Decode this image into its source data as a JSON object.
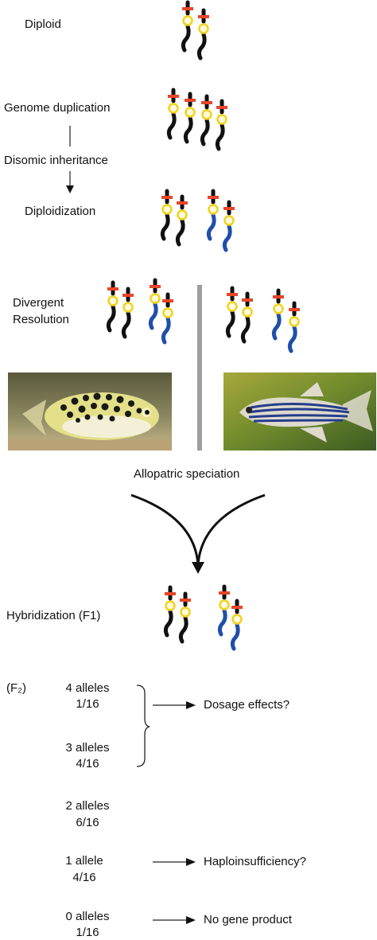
{
  "labels": {
    "diploid": "Diploid",
    "genome_duplication": "Genome duplication",
    "disomic_inheritance": "Disomic inheritance",
    "diploidization": "Diploidization",
    "divergent_resolution_1": "Divergent",
    "divergent_resolution_2": "Resolution",
    "allopatric_speciation": "Allopatric speciation",
    "hybridization": "Hybridization (F1)",
    "f2": "(F₂)"
  },
  "f2_classes": [
    {
      "alleles": "4 alleles",
      "frequency": "1/16"
    },
    {
      "alleles": "3 alleles",
      "frequency": "4/16"
    },
    {
      "alleles": "2 alleles",
      "frequency": "6/16"
    },
    {
      "alleles": "1 allele",
      "frequency": "4/16"
    },
    {
      "alleles": "0 alleles",
      "frequency": "1/16"
    }
  ],
  "outcomes": {
    "dosage": "Dosage effects?",
    "haplo": "Haploinsufficiency?",
    "none": "No gene product"
  },
  "photos": {
    "left": "spotted-pufferfish-photo",
    "right": "striped-zebrafish-photo"
  },
  "colors": {
    "chromosome_black": "#111111",
    "chromosome_blue": "#1f4fa8",
    "gene_locus_red": "#e8452a",
    "centromere_yellow": "#f3d21a",
    "divider_gray": "#9e9e9e"
  }
}
